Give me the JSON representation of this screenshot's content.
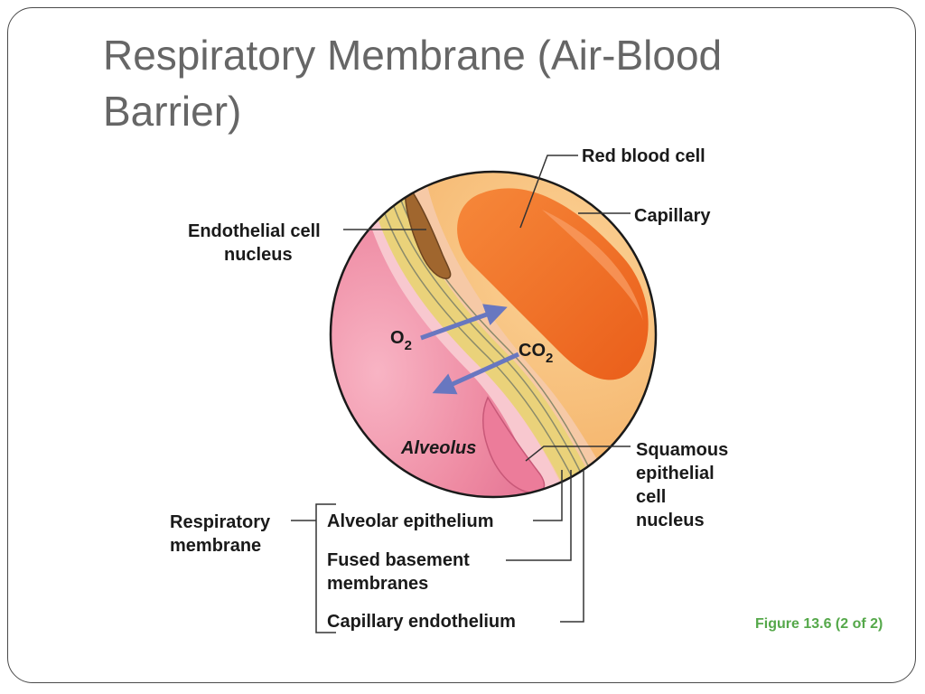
{
  "slide": {
    "title": "Respiratory Membrane (Air-Blood Barrier)",
    "caption": "Figure 13.6 (2 of 2)"
  },
  "labels": {
    "red_blood_cell": "Red blood cell",
    "capillary": "Capillary",
    "endothelial_line1": "Endothelial cell",
    "endothelial_line2": "nucleus",
    "o2_main": "O",
    "o2_sub": "2",
    "co2_main": "CO",
    "co2_sub": "2",
    "alveolus": "Alveolus",
    "squamous_line1": "Squamous",
    "squamous_line2": "epithelial",
    "squamous_line3": "cell",
    "squamous_line4": "nucleus",
    "respiratory_line1": "Respiratory",
    "respiratory_line2": "membrane",
    "alveolar_epithelium": "Alveolar epithelium",
    "fused_line1": "Fused basement",
    "fused_line2": "membranes",
    "capillary_endothelium": "Capillary endothelium"
  },
  "colors": {
    "alveolus": "#ee8aa2",
    "capillary_plasma": "#f9c37c",
    "red_blood_cell": "#f47a28",
    "membrane": "#ead27a",
    "arrow": "#6877c0",
    "caption": "#55a84a",
    "title": "#666666"
  }
}
